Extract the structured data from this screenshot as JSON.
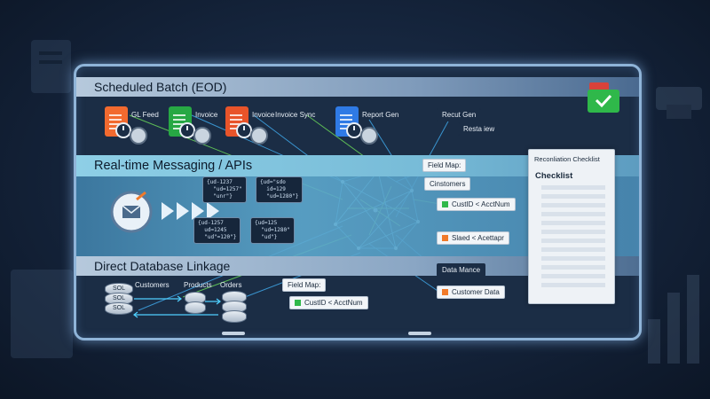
{
  "batch": {
    "title": "Scheduled Batch (EOD)",
    "items": [
      {
        "label": "GL Feed",
        "color": "#f26a2f"
      },
      {
        "label": "Invoice",
        "color": "#27a844"
      },
      {
        "label": "Invoice",
        "color": "#e8542a"
      },
      {
        "label": "Invoice Sync",
        "color": ""
      },
      {
        "label": "Report Gen",
        "color": "#2f7ae5"
      }
    ],
    "tags": [
      "Recut Gen",
      "Resta iew"
    ]
  },
  "messaging": {
    "title": "Real-time Messaging / APIs",
    "code_top_left": "{ud-1237\n  \"ud=1257\"\n  \"unr\"}",
    "code_top_right": "{ud=\"sdo\n  id=129\n  \"ud=1280\"}",
    "code_bottom_left": "{ud-1257\n  ud=1245\n  \"ud\"=120\"}",
    "code_bottom_right": "{ud=125\n  \"ud=1280\"\n  \"ud\"}"
  },
  "fieldmap_right": {
    "title": "Field Map:",
    "customers": "Cinstomers",
    "map1": "CustID < AcctNum",
    "map2": "Slaed < Acettapr",
    "map1_color": "#2fb84a",
    "map2_color": "#f07a2a"
  },
  "database": {
    "title": "Direct Database Linkage",
    "labels": [
      "Customers",
      "Products",
      "Orders"
    ],
    "sql": "SOL",
    "fieldmap_title": "Field Map:",
    "fieldmap_map": "CustID < AcctNum",
    "map_color": "#2fb84a"
  },
  "output": {
    "data_mance": "Data Mance",
    "customer_data": "Customer Data",
    "customer_color": "#f07a2a"
  },
  "checklist": {
    "title": "Reconliation Checklist",
    "heading": "Checklist"
  }
}
